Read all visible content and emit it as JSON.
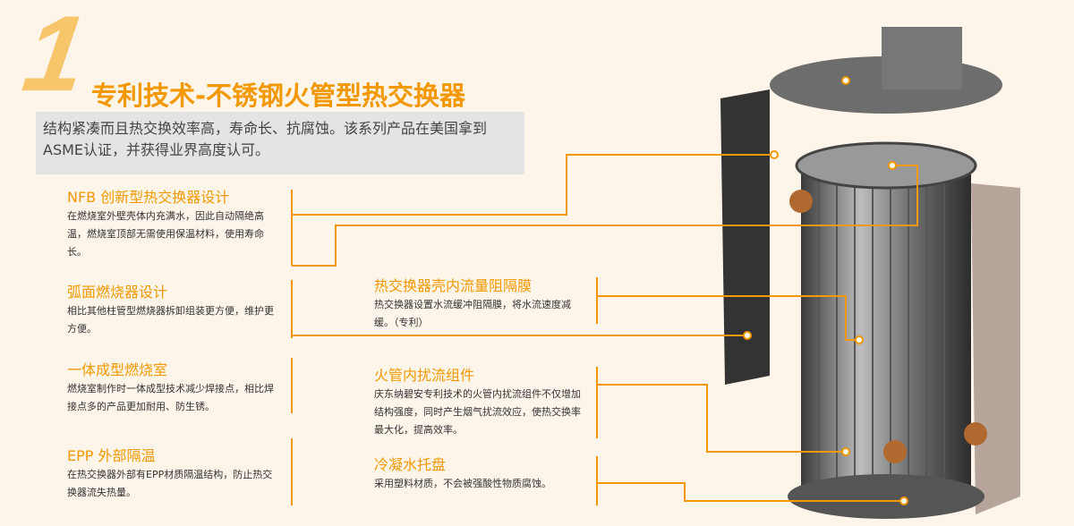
{
  "header": {
    "number": "1",
    "title": "专利技术-不锈钢火管型热交换器",
    "intro": "结构紧凑而且热交换效率高，寿命长、抗腐蚀。该系列产品在美国拿到ASME认证，并获得业界高度认可。"
  },
  "left_features": [
    {
      "title": "NFB 创新型热交换器设计",
      "desc": "在燃烧室外壁壳体内充满水，因此自动隔绝高温，燃烧室顶部无需使用保温材料，使用寿命长。"
    },
    {
      "title": "弧面燃烧器设计",
      "desc": "相比其他柱管型燃烧器拆卸组装更方便，维护更方便。"
    },
    {
      "title": "一体成型燃烧室",
      "desc": "燃烧室制作时一体成型技术减少焊接点，相比焊接点多的产品更加耐用、防生锈。"
    },
    {
      "title": "EPP 外部隔温",
      "desc": "在热交换器外部有EPP材质隔温结构，防止热交换器流失热量。"
    }
  ],
  "mid_features": [
    {
      "title": "热交换器壳内流量阻隔膜",
      "desc": "热交换器设置水流缓冲阻隔膜，将水流速度减缓。（专利）"
    },
    {
      "title": "火管内扰流组件",
      "desc": "庆东纳碧安专利技术的火管内扰流组件不仅增加结构强度，同时产生烟气扰流效应，使热交换率最大化，提高效率。"
    },
    {
      "title": "冷凝水托盘",
      "desc": "采用塑料材质，不会被强酸性物质腐蚀。"
    }
  ],
  "colors": {
    "accent": "#f39800",
    "background": "#fdf5ea"
  }
}
